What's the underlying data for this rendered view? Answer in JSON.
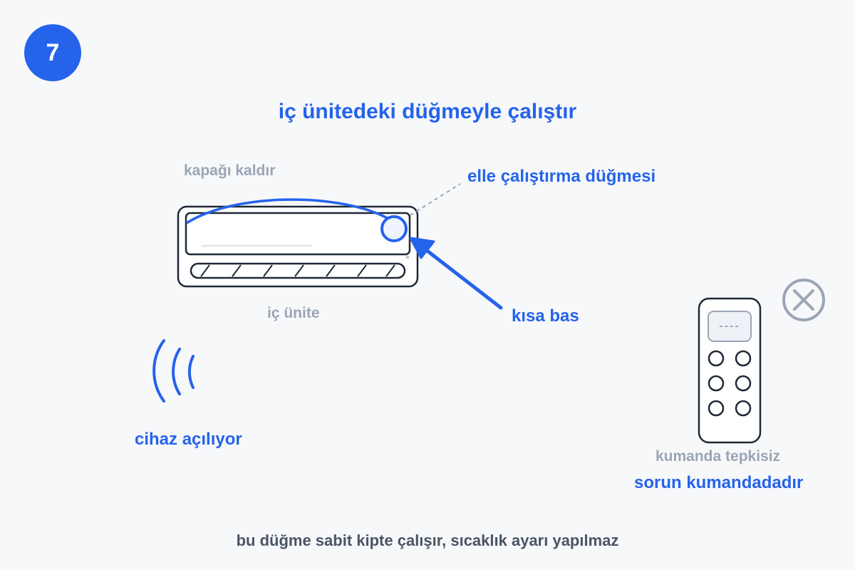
{
  "step_number": "7",
  "title": "iç ünitedeki düğmeyle çalıştır",
  "labels": {
    "lift_cover": "kapağı kaldır",
    "manual_button": "elle çalıştırma düğmesi",
    "indoor_unit": "iç ünite",
    "short_press": "kısa bas",
    "device_on": "cihaz açılıyor",
    "remote_unresponsive": "kumanda tepkisiz",
    "problem_remote": "sorun kumandadadır",
    "footer_note": "bu düğme sabit kipte çalışır, sıcaklık ayarı yapılmaz"
  },
  "remote_display": "----",
  "colors": {
    "accent": "#2563eb",
    "muted": "#9aa5b5",
    "outline": "#1f2937",
    "background": "#f7f8fa"
  },
  "icons": [
    "ac-indoor-unit-icon",
    "manual-button-icon",
    "arrow-icon",
    "signal-waves-icon",
    "remote-control-icon",
    "x-circle-icon"
  ]
}
